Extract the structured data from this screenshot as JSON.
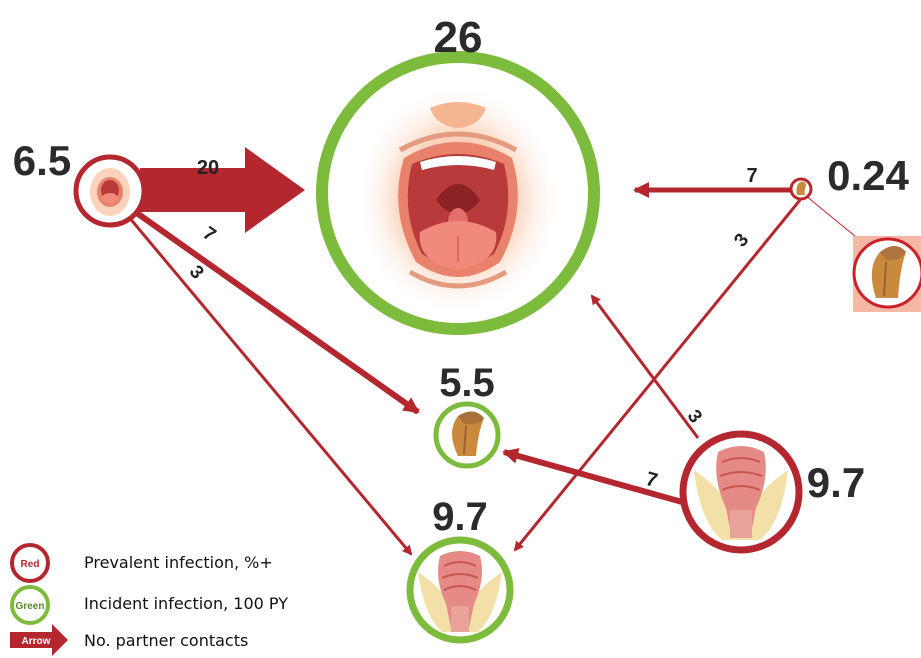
{
  "colors": {
    "prevalent": "#b5272e",
    "incident": "#7dbb3c",
    "arrow": "#b5272e"
  },
  "nodes": {
    "mouth_small": {
      "value": "6.5",
      "icon": "open-mouth-icon"
    },
    "mouth_big": {
      "value": "26",
      "icon": "open-mouth-icon"
    },
    "penis_small": {
      "value": "0.24",
      "icon": "penis-icon"
    },
    "penis_mid": {
      "value": "5.5",
      "icon": "penis-icon"
    },
    "anus_right": {
      "value": "9.7",
      "icon": "anorectum-icon"
    },
    "anus_bottom": {
      "value": "9.7",
      "icon": "anorectum-icon"
    }
  },
  "edges": {
    "mouth_to_mouth": "20",
    "mouth_to_penis": "7",
    "mouth_to_anus": "3",
    "penis_to_mouth": "7",
    "penis_to_anus": "3",
    "anus_to_mouth": "3",
    "anus_to_penis": "7"
  },
  "legend": {
    "red_badge": "Red",
    "green_badge": "Green",
    "arrow_badge": "Arrow",
    "red_text": "Prevalent infection, %+",
    "green_text": "Incident infection, 100 PY",
    "arrow_text": "No. partner contacts"
  }
}
